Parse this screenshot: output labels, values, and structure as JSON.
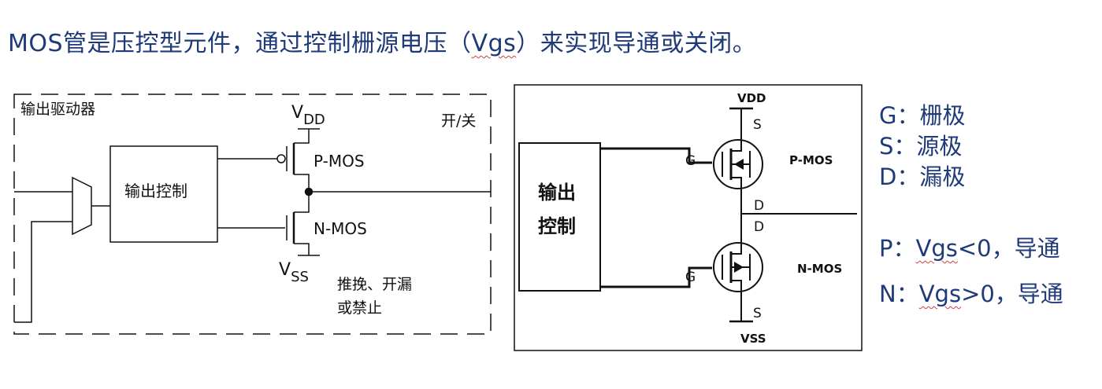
{
  "title": {
    "prefix": "MOS管是压控型元件，通过控制栅源电压（",
    "vgs": "Vgs",
    "suffix": "）来实现导通或关闭。"
  },
  "left_diagram": {
    "group_label": "输出驱动器",
    "control_label": "输出控制",
    "vdd_main": "V",
    "vdd_sub": "DD",
    "vss_main": "V",
    "vss_sub": "SS",
    "pmos_label": "P-MOS",
    "nmos_label": "N-MOS",
    "switch_label": "开/关",
    "mode_line1": "推挽、开漏",
    "mode_line2": "或禁止"
  },
  "right_diagram": {
    "control_line1": "输出",
    "control_line2": "控制",
    "vdd": "VDD",
    "vss": "VSS",
    "pmos_label": "P-MOS",
    "nmos_label": "N-MOS",
    "g_top": "G",
    "g_bottom": "G",
    "s_top": "S",
    "s_bottom": "S",
    "d_top": "D",
    "d_bottom": "D"
  },
  "legend": {
    "g": "G：栅极",
    "s": "S：源极",
    "d": "D：漏极",
    "p_prefix": "P：",
    "p_vgs": "Vgs",
    "p_suffix": "<0，导通",
    "n_prefix": "N：",
    "n_vgs": "Vgs",
    "n_suffix": ">0，导通"
  },
  "colors": {
    "title_text": "#1F3A78",
    "line": "#111111",
    "wavy_underline": "#d04040"
  }
}
